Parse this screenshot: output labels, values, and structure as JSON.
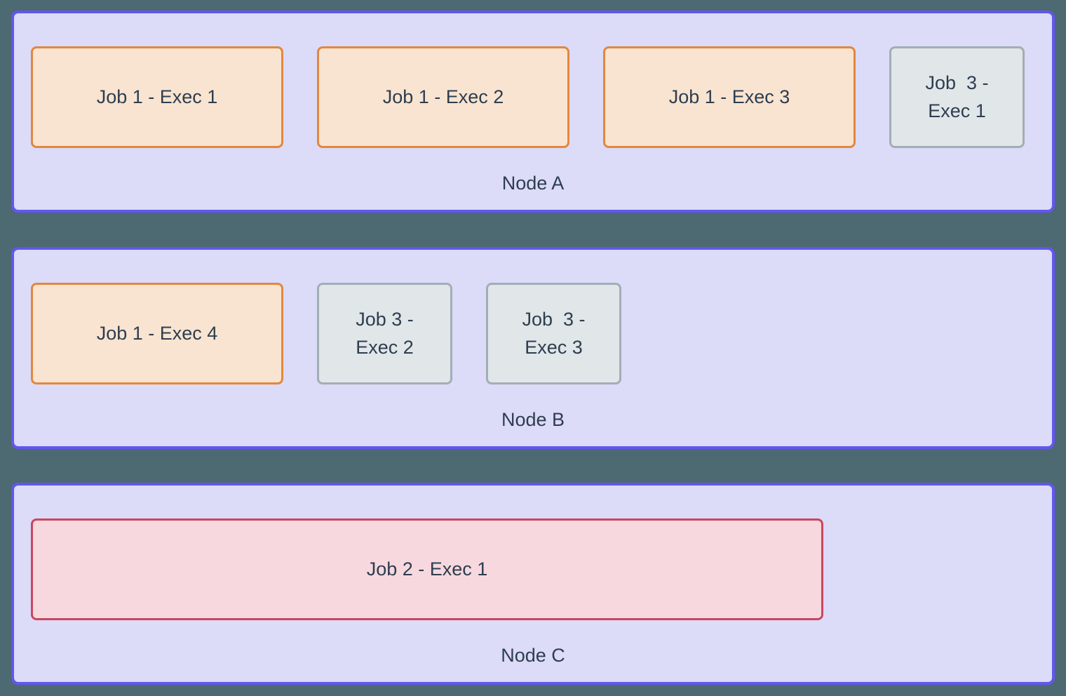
{
  "diagram": {
    "background_color": "#4d6972",
    "text_color": "#2d3e4f",
    "node_style": {
      "fill": "#dcdbf8",
      "border": "#6157ef"
    },
    "job_styles": {
      "job1": {
        "fill": "#f9e4d1",
        "border": "#e2883e"
      },
      "job2": {
        "fill": "#f7d8de",
        "border": "#c9475f"
      },
      "job3": {
        "fill": "#e1e6e9",
        "border": "#a2aeb6"
      }
    },
    "nodes": [
      {
        "label": "Node A",
        "jobs": [
          {
            "label": "Job 1 - Exec 1",
            "type": "job1"
          },
          {
            "label": "Job 1 - Exec 2",
            "type": "job1"
          },
          {
            "label": "Job 1 - Exec 3",
            "type": "job1"
          },
          {
            "label": "Job  3 -\nExec 1",
            "type": "job3"
          }
        ]
      },
      {
        "label": "Node B",
        "jobs": [
          {
            "label": "Job 1 - Exec 4",
            "type": "job1"
          },
          {
            "label": "Job 3 -\nExec 2",
            "type": "job3"
          },
          {
            "label": "Job  3 -\nExec 3",
            "type": "job3"
          }
        ]
      },
      {
        "label": "Node C",
        "jobs": [
          {
            "label": "Job 2 - Exec 1",
            "type": "job2"
          }
        ]
      }
    ]
  }
}
